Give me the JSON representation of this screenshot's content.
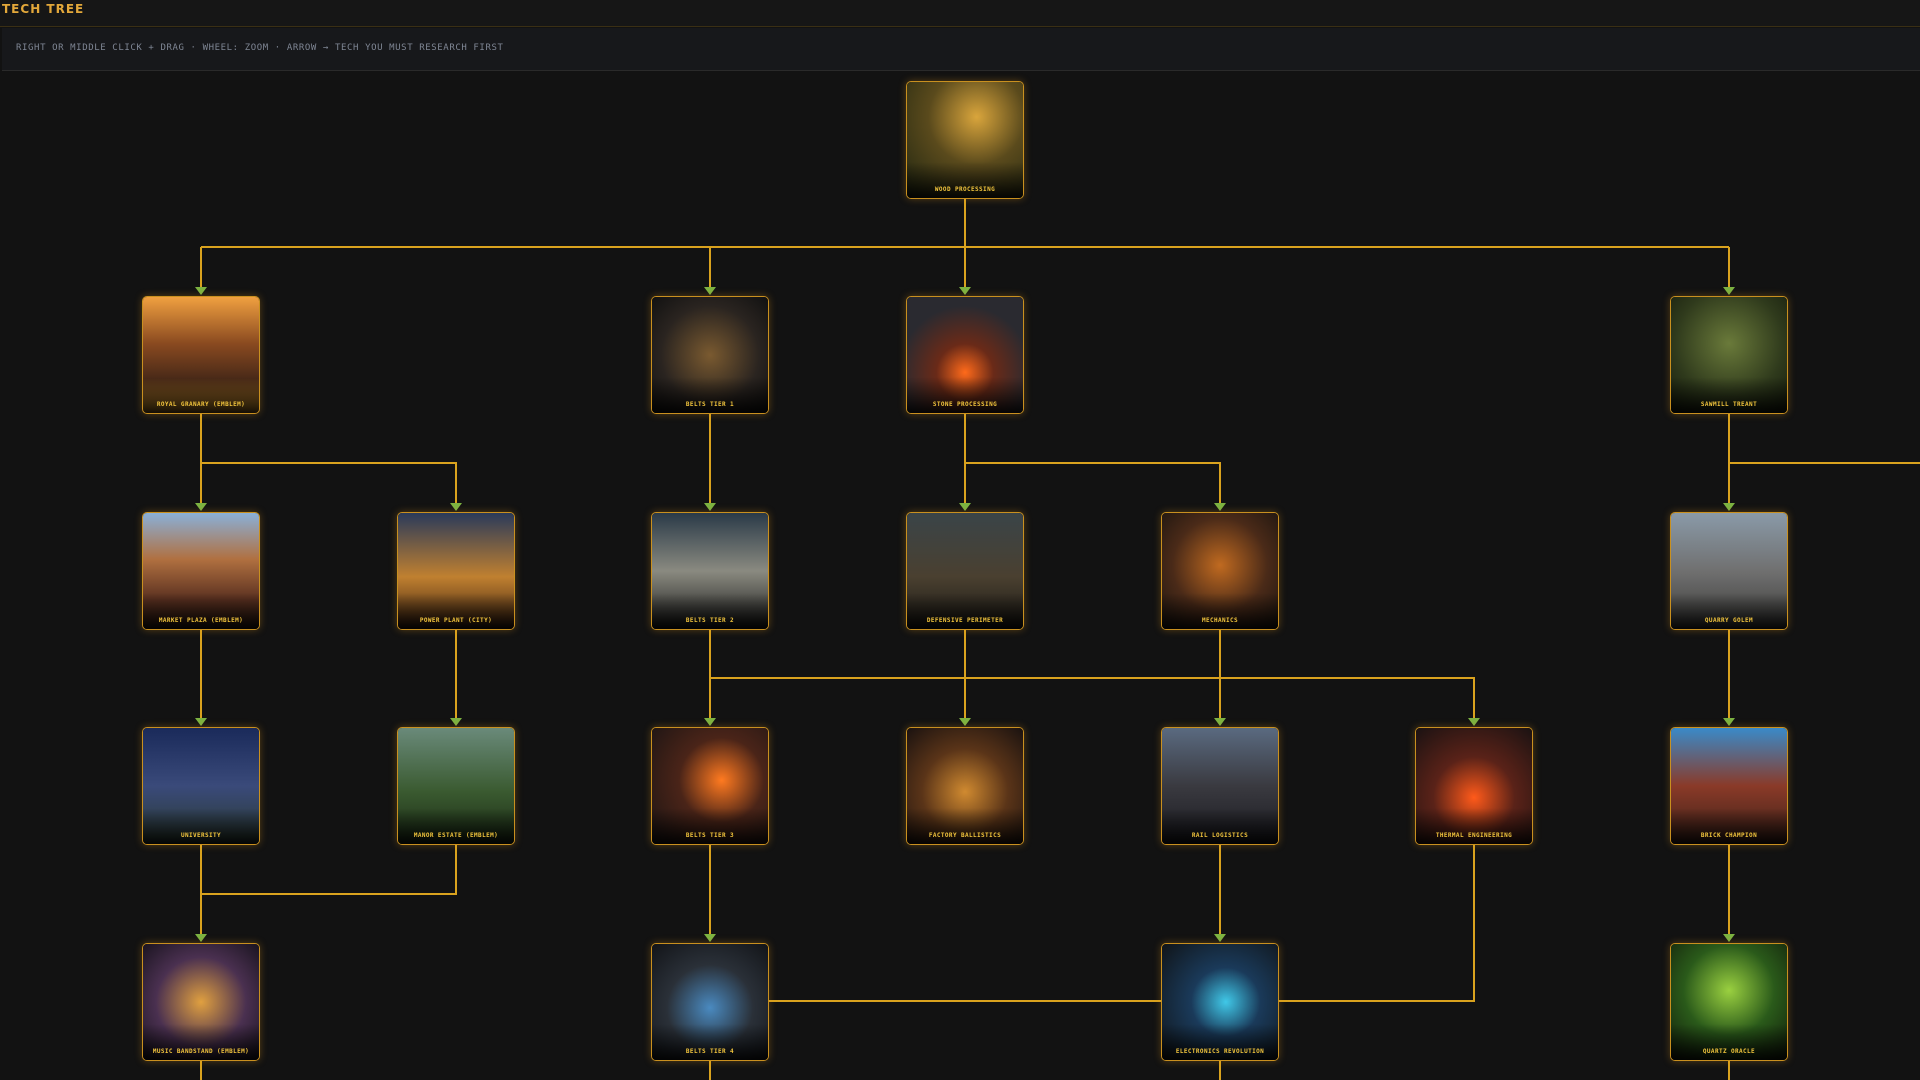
{
  "header": {
    "title": "TECH TREE"
  },
  "hint": "RIGHT OR MIDDLE CLICK + DRAG · WHEEL: ZOOM · ARROW → TECH YOU MUST RESEARCH FIRST",
  "colors": {
    "edge": "#d9a21e",
    "arrow": "#7cb342",
    "border": "#c9901f",
    "label": "#f2c53d"
  },
  "nodes": [
    {
      "label": "WOOD PROCESSING"
    },
    {
      "label": "ROYAL GRANARY (EMBLEM)"
    },
    {
      "label": "BELTS TIER 1"
    },
    {
      "label": "STONE PROCESSING"
    },
    {
      "label": "SAWMILL TREANT"
    },
    {
      "label": "MARKET PLAZA (EMBLEM)"
    },
    {
      "label": "POWER PLANT (CITY)"
    },
    {
      "label": "BELTS TIER 2"
    },
    {
      "label": "DEFENSIVE PERIMETER"
    },
    {
      "label": "MECHANICS"
    },
    {
      "label": "QUARRY GOLEM"
    },
    {
      "label": "UNIVERSITY"
    },
    {
      "label": "MANOR ESTATE (EMBLEM)"
    },
    {
      "label": "BELTS TIER 3"
    },
    {
      "label": "FACTORY BALLISTICS"
    },
    {
      "label": "RAIL LOGISTICS"
    },
    {
      "label": "THERMAL ENGINEERING"
    },
    {
      "label": "BRICK CHAMPION"
    },
    {
      "label": "MUSIC BANDSTAND (EMBLEM)"
    },
    {
      "label": "BELTS TIER 4"
    },
    {
      "label": "ELECTRONICS REVOLUTION"
    },
    {
      "label": "QUARTZ ORACLE"
    }
  ]
}
